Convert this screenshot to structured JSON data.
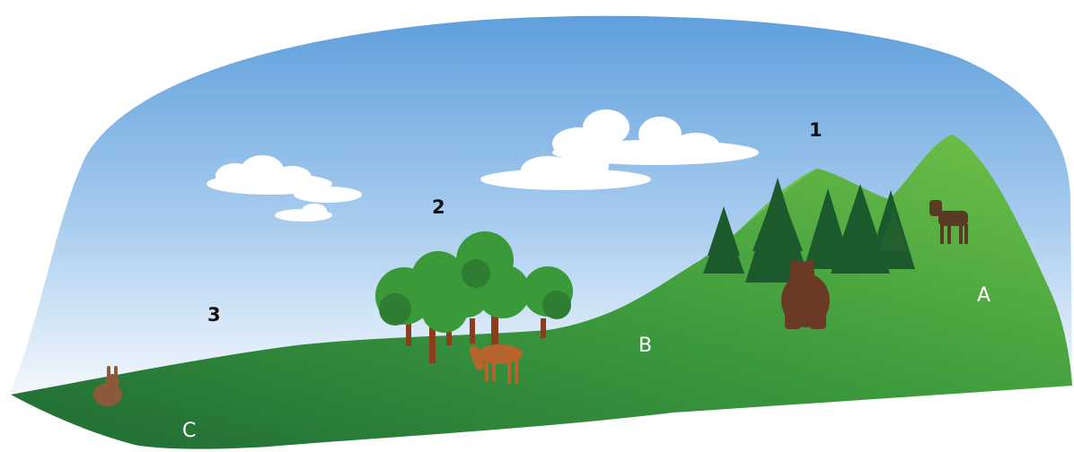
{
  "labels": {
    "altitude": [
      "1",
      "2",
      "3"
    ],
    "zones": [
      "A",
      "B",
      "C"
    ]
  },
  "colors": {
    "sky_top": "#5f9fdc",
    "sky_bottom": "#f4f8fd",
    "hill_light": "#6fc147",
    "hill_dark": "#1f6b35",
    "conifer": "#1c5a2d",
    "deciduous": "#3a9a3a",
    "trunk": "#8b3e1e",
    "cloud": "#ffffff"
  },
  "animals": [
    "mountain-goat",
    "bear",
    "deer",
    "rabbit"
  ]
}
